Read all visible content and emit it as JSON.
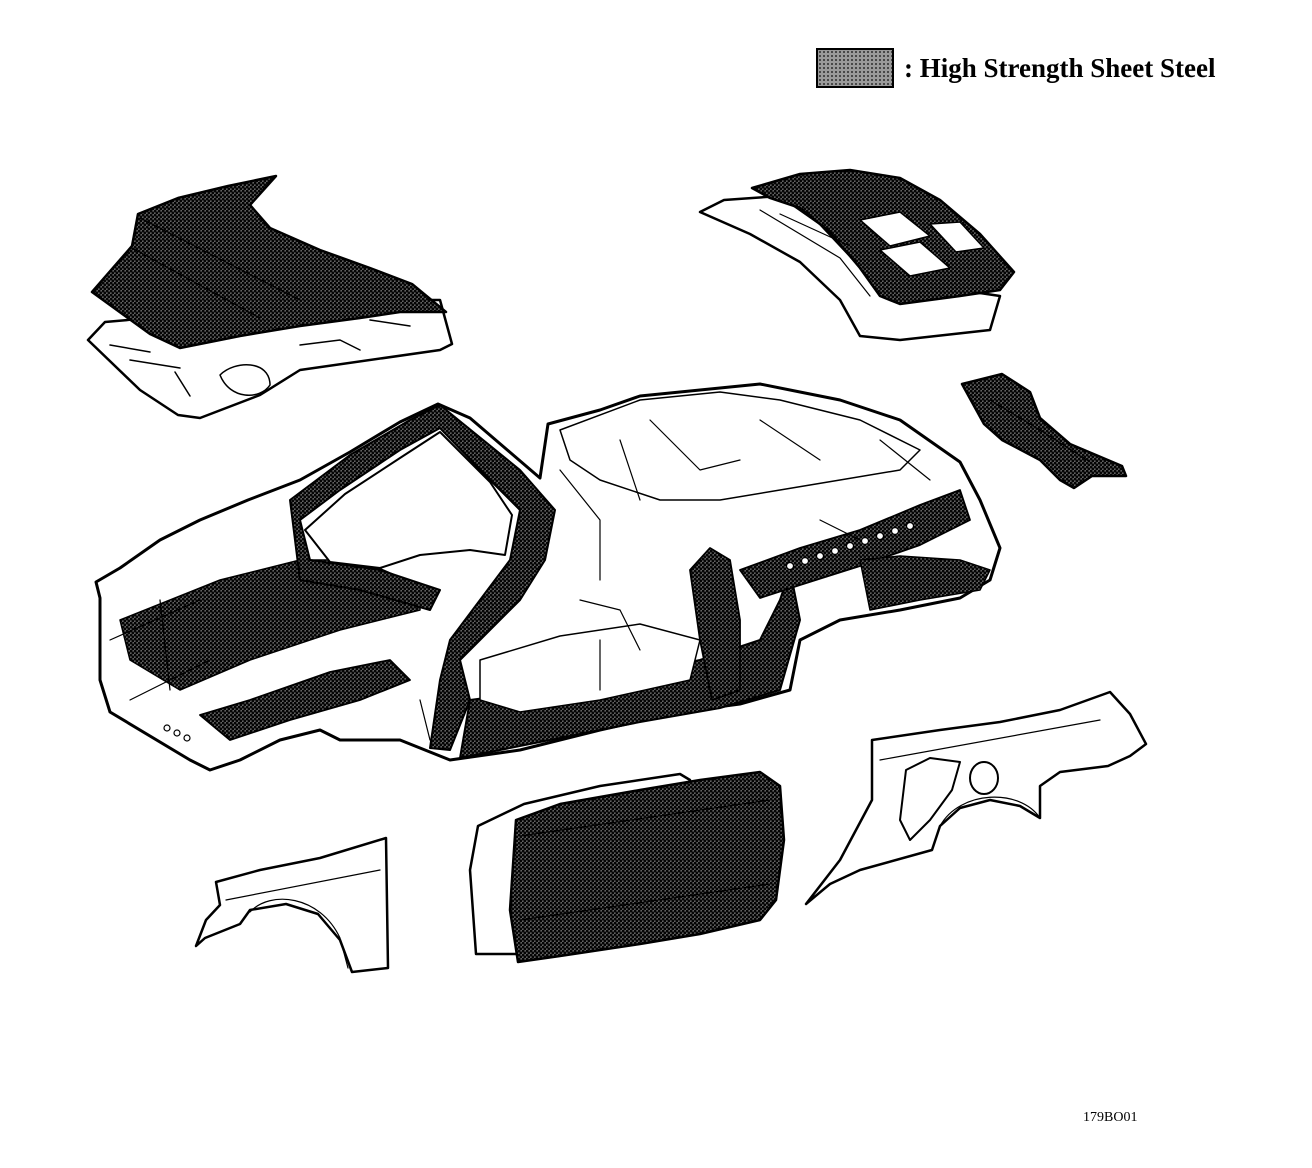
{
  "legend": {
    "label": ": High Strength Sheet Steel",
    "swatch_pattern": "dotted-gray-hatch",
    "swatch_color": "#9a9a9a"
  },
  "figure_code": "179BO01",
  "components": [
    "hood",
    "trunk-lid",
    "rear-cross-member",
    "body-shell",
    "front-fender",
    "door",
    "rear-quarter-panel"
  ]
}
